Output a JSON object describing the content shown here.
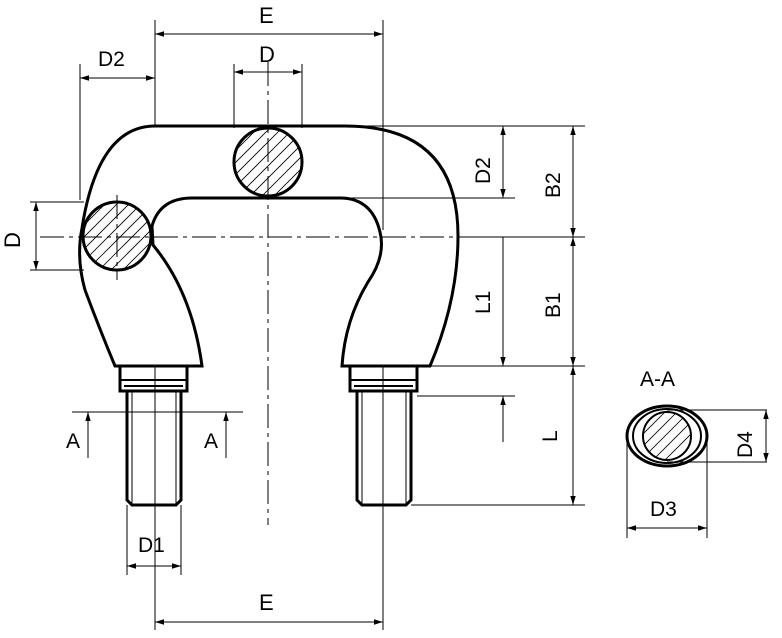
{
  "labels": {
    "e_top": "E",
    "e_bottom": "E",
    "d2_left": "D2",
    "d_top": "D",
    "d_left": "D",
    "d2_right": "D2",
    "b2": "B2",
    "l1": "L1",
    "b1": "B1",
    "l": "L",
    "d1": "D1",
    "section_a_left": "A",
    "section_a_right": "A",
    "section_title": "A-A",
    "d3": "D3",
    "d4": "D4"
  }
}
